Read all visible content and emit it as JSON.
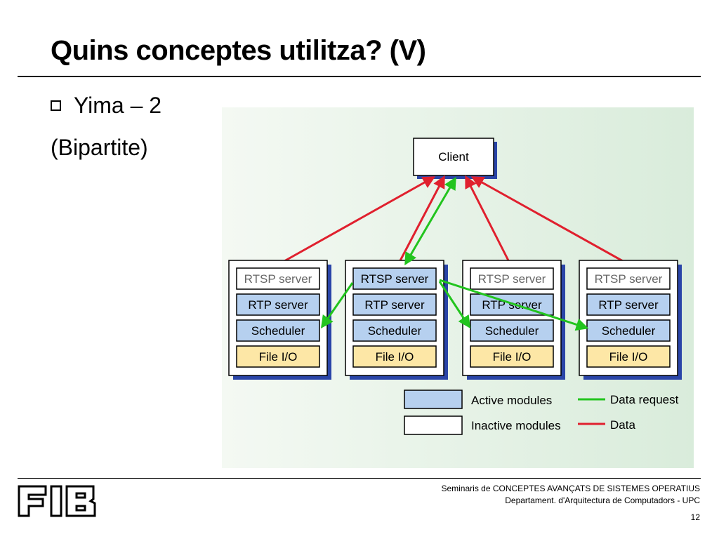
{
  "slide": {
    "title": "Quins conceptes utilitza? (V)",
    "bullet": "Yima – 2",
    "subtitle": "(Bipartite)",
    "page_number": "12"
  },
  "footer": {
    "line1": "Seminaris de CONCEPTES AVANÇATS DE SISTEMES OPERATIUS",
    "line2": "Departament.  d'Arquitectura de Computadors - UPC"
  },
  "logo": {
    "text": "FIB"
  },
  "diagram": {
    "client_label": "Client",
    "servers": [
      {
        "rtsp": "RTSP server",
        "rtp": "RTP server",
        "scheduler": "Scheduler",
        "fileio": "File I/O",
        "rtsp_active": false
      },
      {
        "rtsp": "RTSP server",
        "rtp": "RTP server",
        "scheduler": "Scheduler",
        "fileio": "File I/O",
        "rtsp_active": true
      },
      {
        "rtsp": "RTSP server",
        "rtp": "RTP server",
        "scheduler": "Scheduler",
        "fileio": "File I/O",
        "rtsp_active": false
      },
      {
        "rtsp": "RTSP server",
        "rtp": "RTP server",
        "scheduler": "Scheduler",
        "fileio": "File I/O",
        "rtsp_active": false
      }
    ],
    "legend": {
      "active": "Active modules",
      "inactive": "Inactive modules",
      "data_request": "Data request",
      "data": "Data"
    },
    "colors": {
      "active": "#b6d0ef",
      "inactive": "#ffffff",
      "fileio": "#fde7a6",
      "data_request": "#22c41e",
      "data": "#e0202e",
      "shadow": "#2a45a8",
      "background": "#e6f2e6"
    }
  }
}
